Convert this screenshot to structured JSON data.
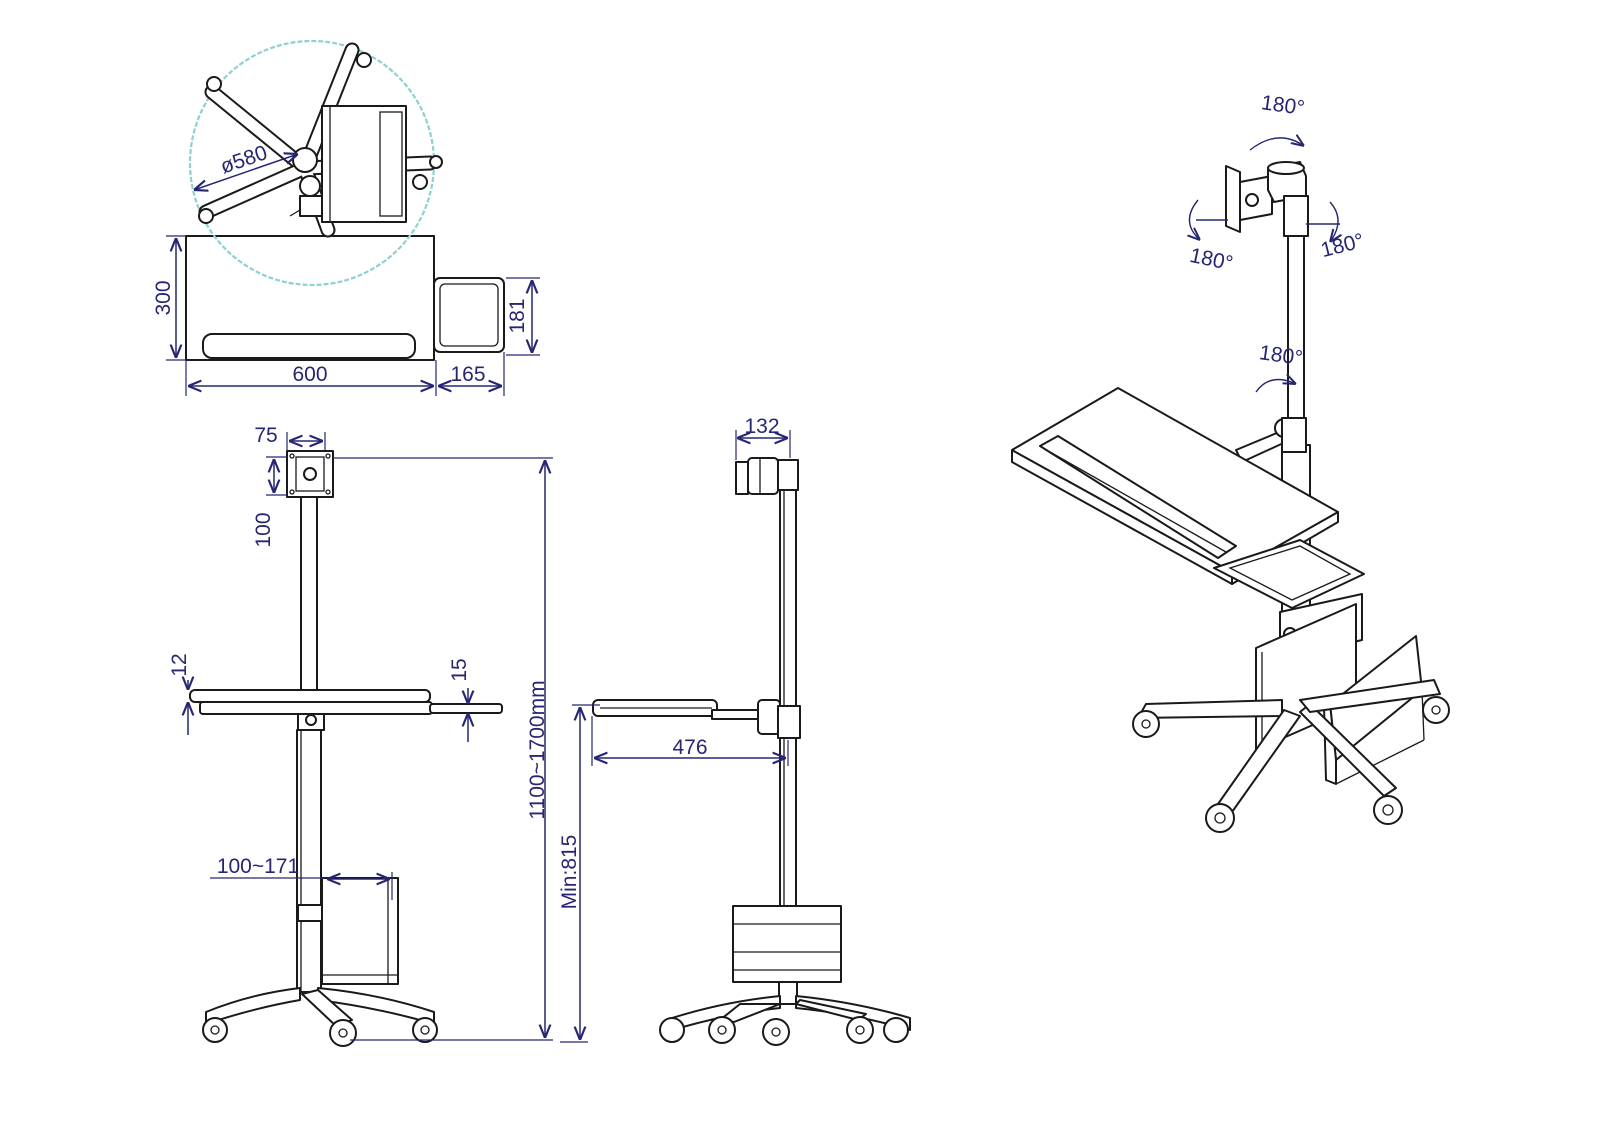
{
  "top_view": {
    "diameter": "ø580",
    "depth": "300",
    "tray_depth": "181",
    "width": "600",
    "tray_width": "165"
  },
  "front_view": {
    "plate_width": "75",
    "plate_height": "100",
    "desk_thickness": "12",
    "tray_thickness": "15",
    "height_range": "1100~1700mm",
    "cpu_holder_range": "100~171"
  },
  "side_view": {
    "mount_offset": "132",
    "reach": "476",
    "min_height": "Min:815"
  },
  "perspective_view": {
    "rotations": [
      "180°",
      "180°",
      "180°",
      "180°"
    ]
  },
  "colors": {
    "line": "#1a1a1a",
    "dimension": "#262673",
    "base_circle": "#8fd0d0"
  }
}
